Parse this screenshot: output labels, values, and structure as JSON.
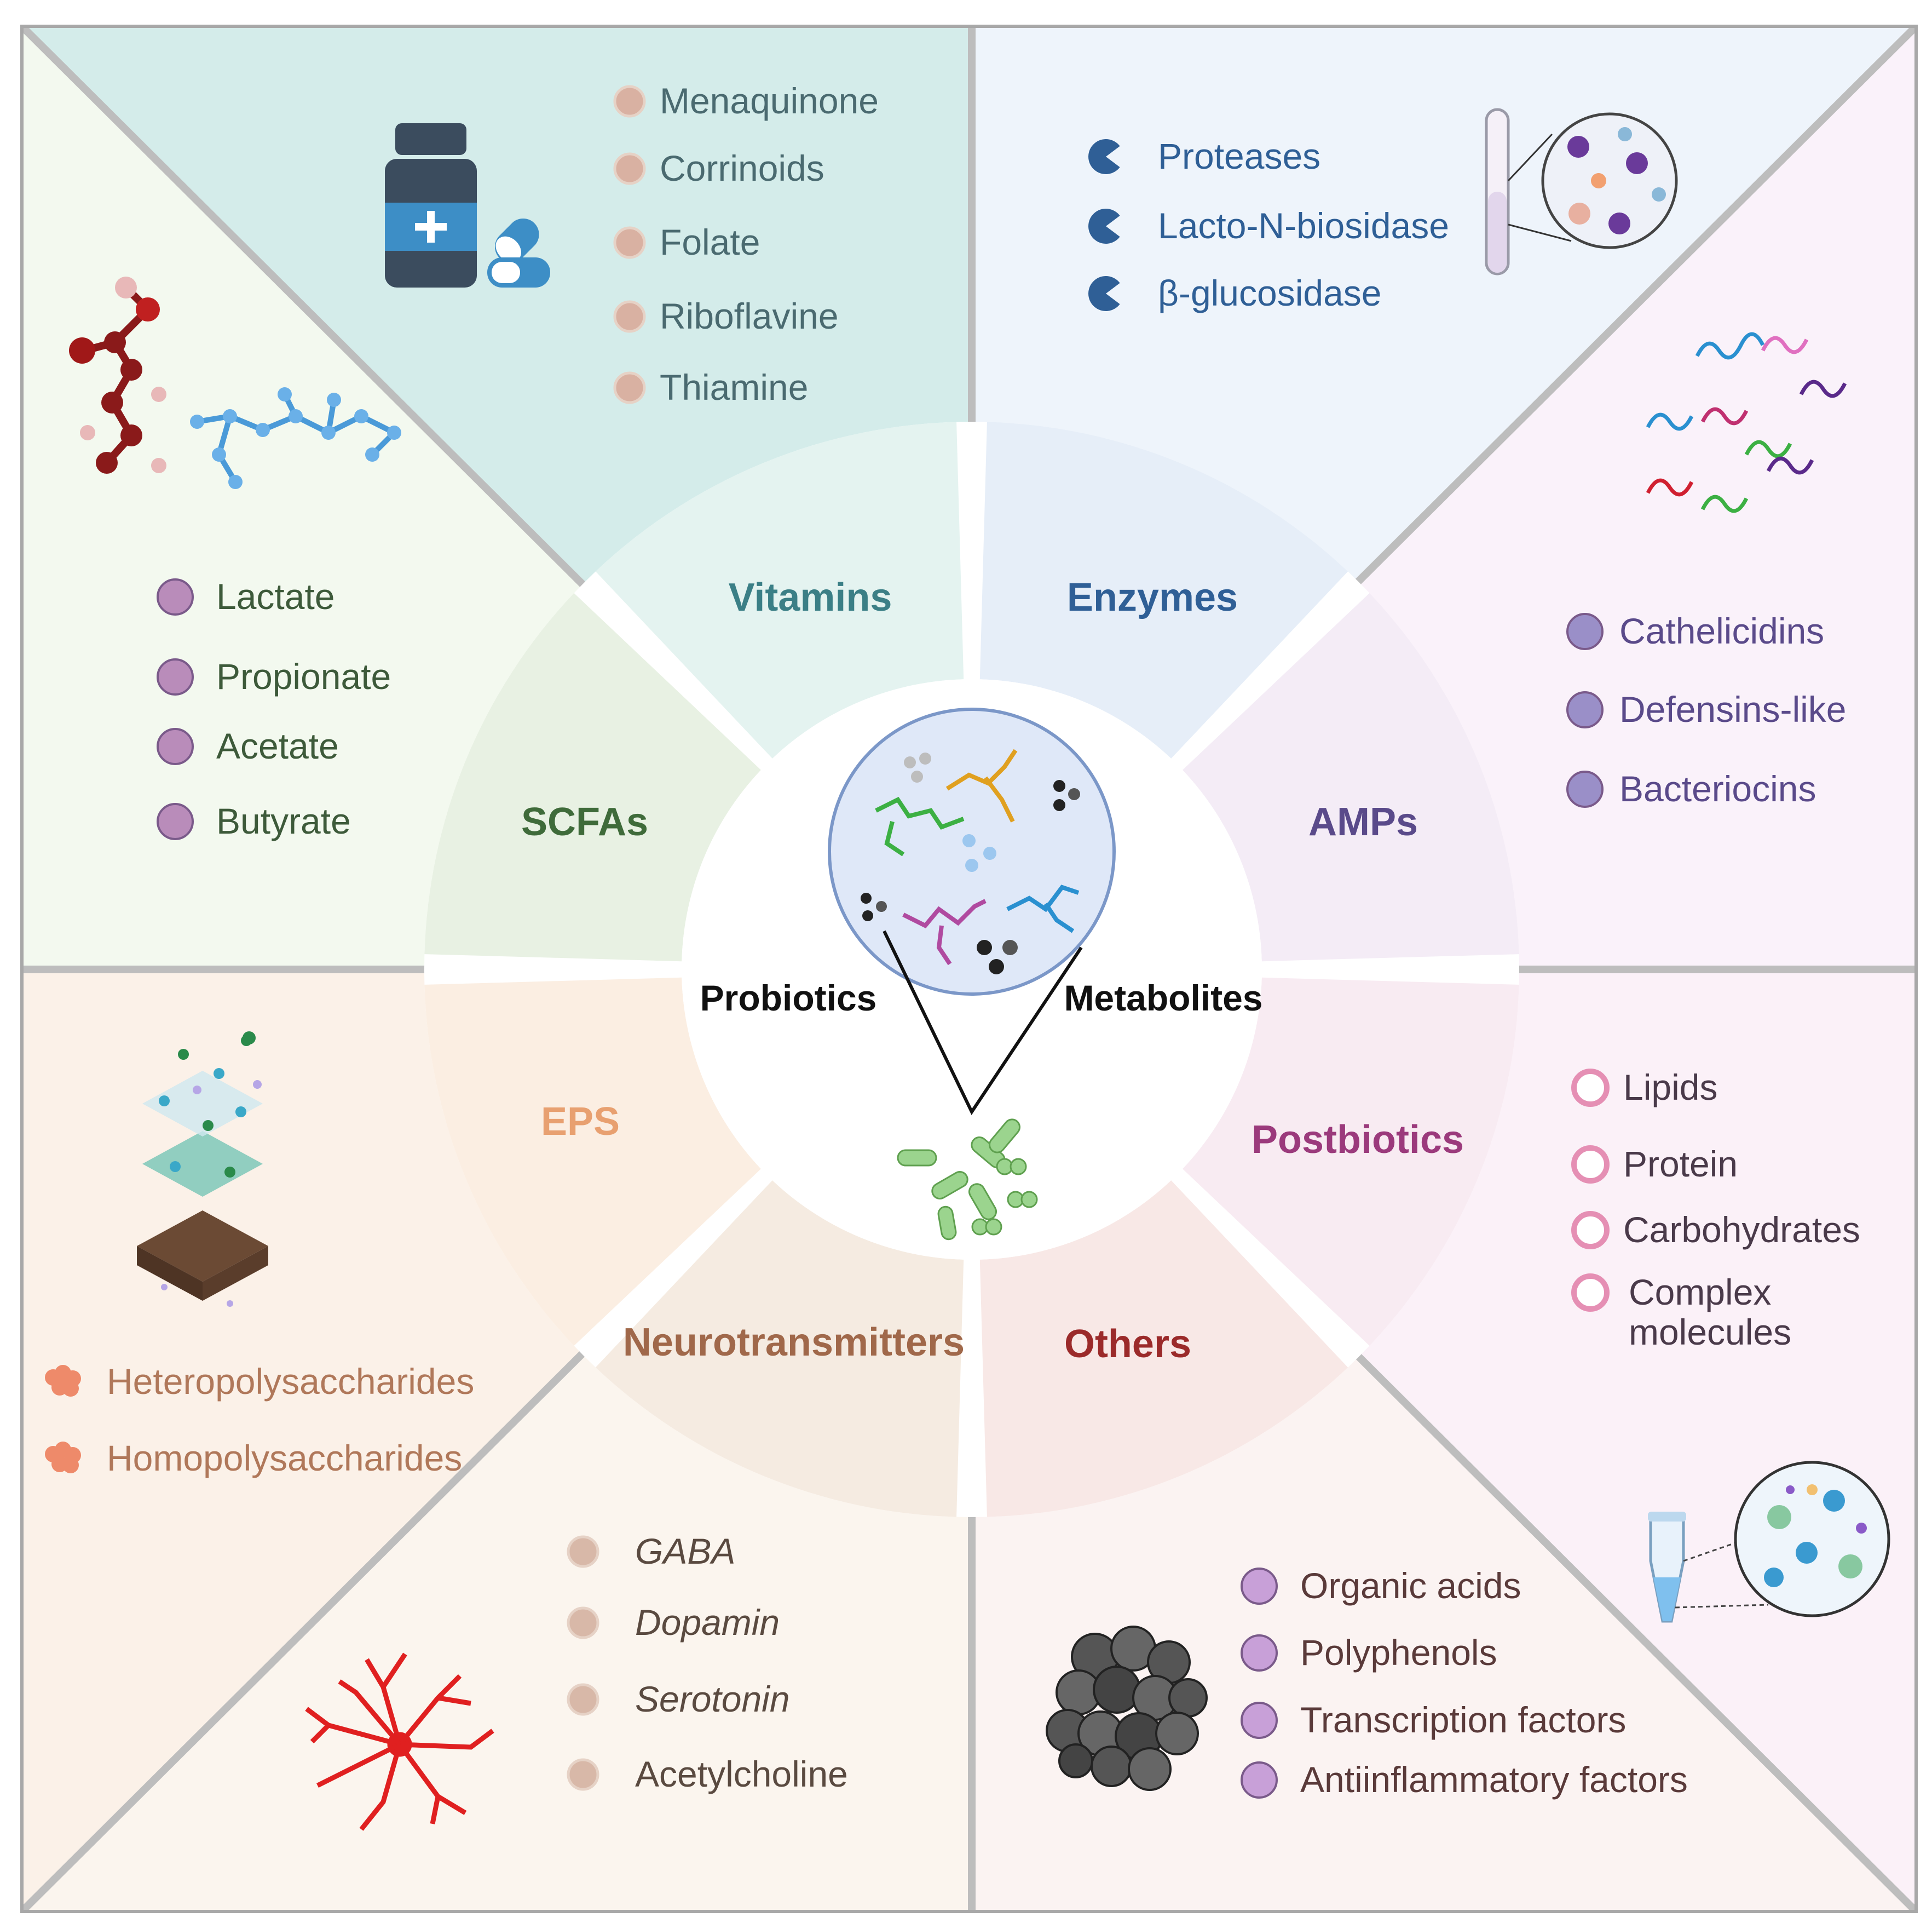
{
  "sectors": {
    "vitamins": {
      "label": "Vitamins",
      "label_color": "#3b7f86",
      "panel_color": "#d4ecea",
      "ring_color": "#e4f3f0",
      "bullet_color": "#d9b1a2",
      "items": [
        "Menaquinone",
        "Corrinoids",
        "Folate",
        "Riboflavine",
        "Thiamine"
      ],
      "icon": "medicine-bottle-icon"
    },
    "enzymes": {
      "label": "Enzymes",
      "label_color": "#2f5f96",
      "panel_color": "#eef4fb",
      "ring_color": "#e6eef8",
      "bullet_color": "#2f5f96",
      "items": [
        "Proteases",
        "Lacto-N-biosidase",
        "β-glucosidase"
      ],
      "icon": "test-tube-icon"
    },
    "amps": {
      "label": "AMPs",
      "label_color": "#5a4a8a",
      "panel_color": "#faf2fa",
      "ring_color": "#f4ecf6",
      "bullet_color": "#9a8fc8",
      "items": [
        "Cathelicidins",
        "Defensins-like",
        "Bacteriocins"
      ],
      "icon": "peptide-cluster-icon"
    },
    "scfas": {
      "label": "SCFAs",
      "label_color": "#3f6b3a",
      "panel_color": "#f3f9ef",
      "ring_color": "#e8f1e3",
      "bullet_color": "#b98cba",
      "items": [
        "Lactate",
        "Propionate",
        "Acetate",
        "Butyrate"
      ],
      "icon": "molecule-icon"
    },
    "eps": {
      "label": "EPS",
      "label_color": "#e8a070",
      "panel_color": "#fbf1e8",
      "ring_color": "#fbeee2",
      "bullet_color": "#ee8a6a",
      "items": [
        "Heteropolysaccharides",
        "Homopolysaccharides"
      ],
      "icon": "biofilm-layers-icon"
    },
    "postbiotics": {
      "label": "Postbiotics",
      "label_color": "#9b3a7c",
      "panel_color": "#fbf1f8",
      "ring_color": "#f8ebf2",
      "bullet_color": "#e58fb4",
      "items": [
        "Lipids",
        "Protein",
        "Carbohydrates",
        "Complex",
        "molecules"
      ],
      "icon": "tube-and-particles-icon"
    },
    "neurotransmitters": {
      "label": "Neurotransmitters",
      "label_color": "#a0684a",
      "panel_color": "#fbf5ee",
      "ring_color": "#f5ebe1",
      "bullet_color": "#d8b8a8",
      "items": [
        "GABA",
        "Dopamin",
        "Serotonin",
        "Acetylcholine"
      ],
      "icon": "neuron-icon"
    },
    "others": {
      "label": "Others",
      "label_color": "#9b2a2a",
      "panel_color": "#fbf3f2",
      "ring_color": "#f8e8e6",
      "bullet_color": "#c8a0d8",
      "items": [
        "Organic acids",
        "Polyphenols",
        "Transcription factors",
        "Antiinflammatory factors"
      ],
      "icon": "particle-aggregate-icon"
    }
  },
  "center": {
    "left_label": "Probiotics",
    "right_label": "Metabolites",
    "icon_top": "metabolite-circle-icon",
    "icon_bottom": "bacteria-icon"
  }
}
